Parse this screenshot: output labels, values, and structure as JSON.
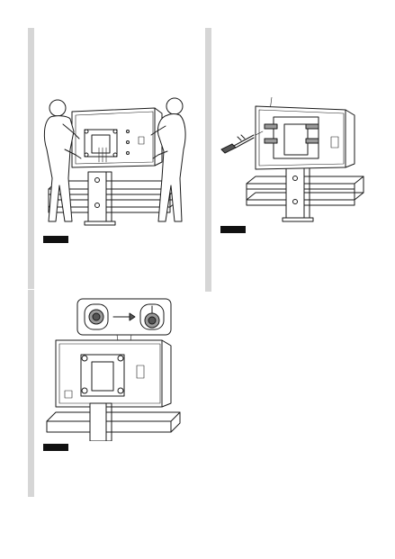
{
  "page": {
    "background": "#ffffff",
    "step_bar_color": "#d6d6d6",
    "note_tag_color": "#111111"
  },
  "steps": [
    {
      "id": "step-lift-tv",
      "illustration": "two-people-lift-tv-icon"
    },
    {
      "id": "step-attach-screws",
      "illustration": "screwdriver-fasten-icon"
    },
    {
      "id": "step-check-hooks",
      "illustration": "hook-lock-detail-icon"
    }
  ]
}
